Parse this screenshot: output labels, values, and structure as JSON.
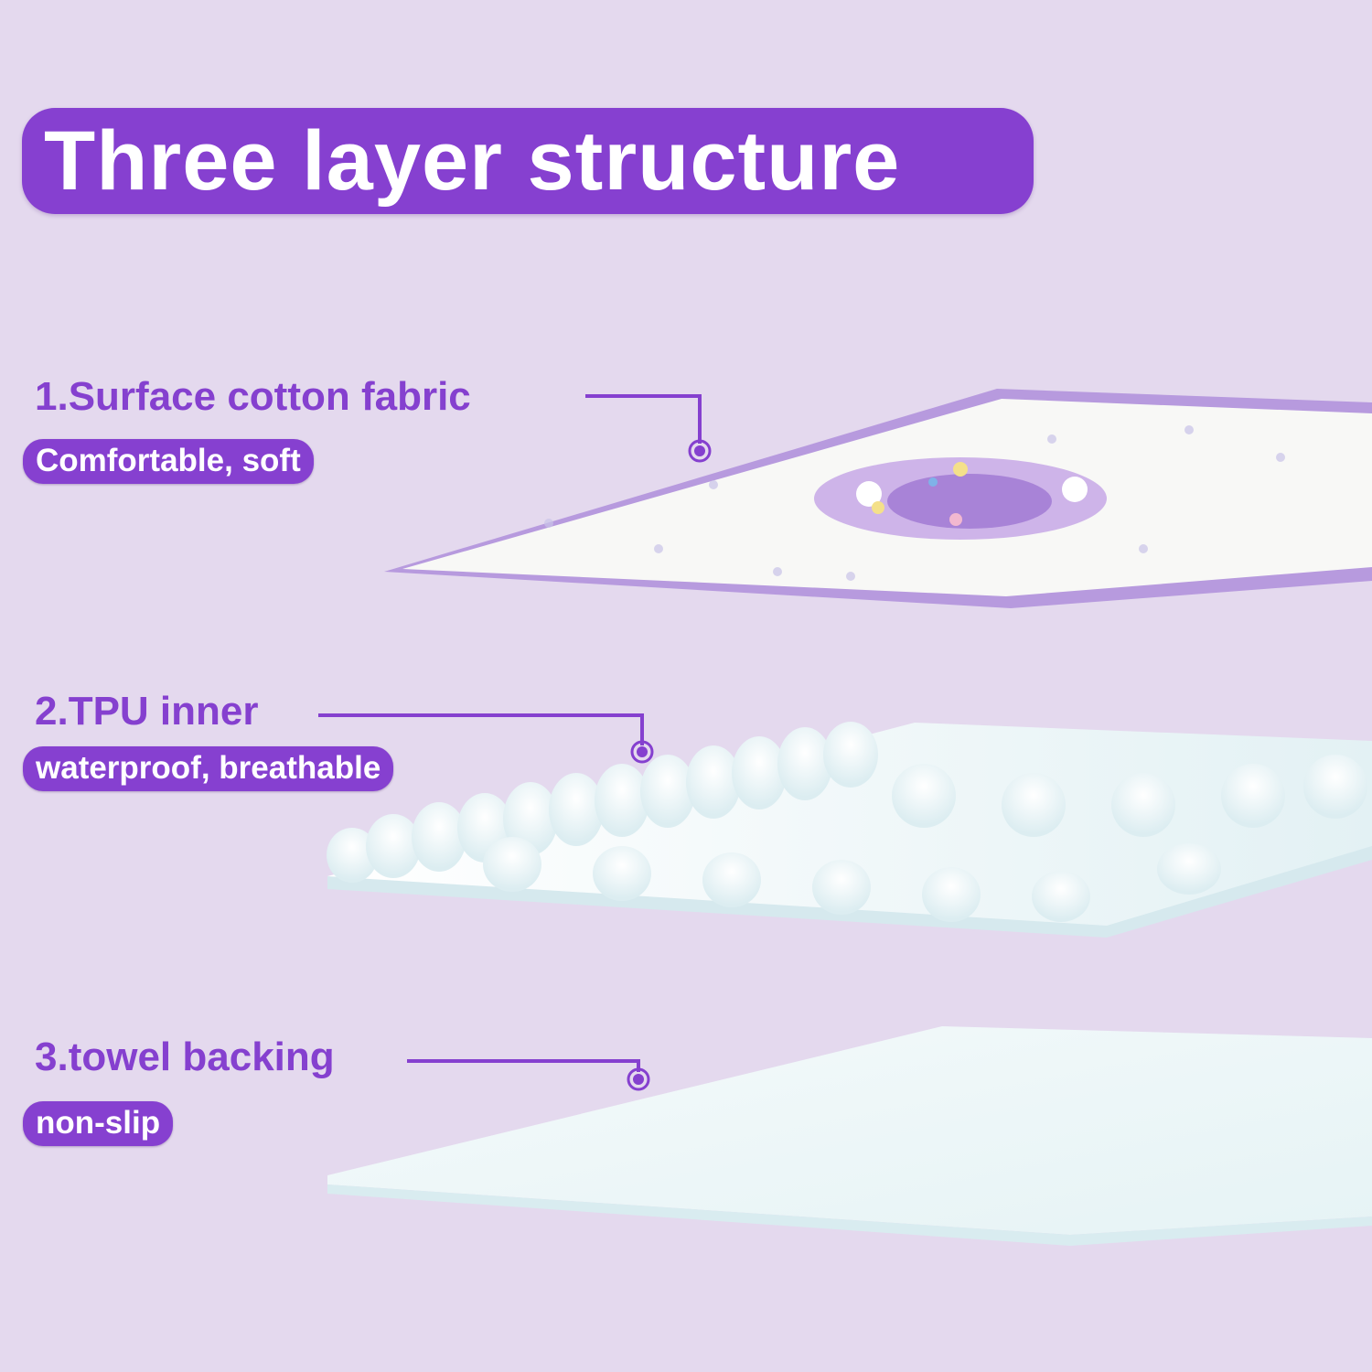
{
  "title": "Three layer structure",
  "layers": [
    {
      "label": "1.Surface cotton fabric",
      "feature": "Comfortable,  soft",
      "image": "printed-cotton-sheet"
    },
    {
      "label": "2.TPU inner",
      "feature": "waterproof,  breathable",
      "image": "bubbled-tpu-layer"
    },
    {
      "label": "3.towel backing",
      "feature": "non-slip",
      "image": "flat-towel-sheet"
    }
  ],
  "colors": {
    "background": "#e4d9ee",
    "accent": "#8640d0",
    "label_text": "#8540cf",
    "sheet_white": "#f8f8f6",
    "tpu": "#eaf6f8"
  }
}
